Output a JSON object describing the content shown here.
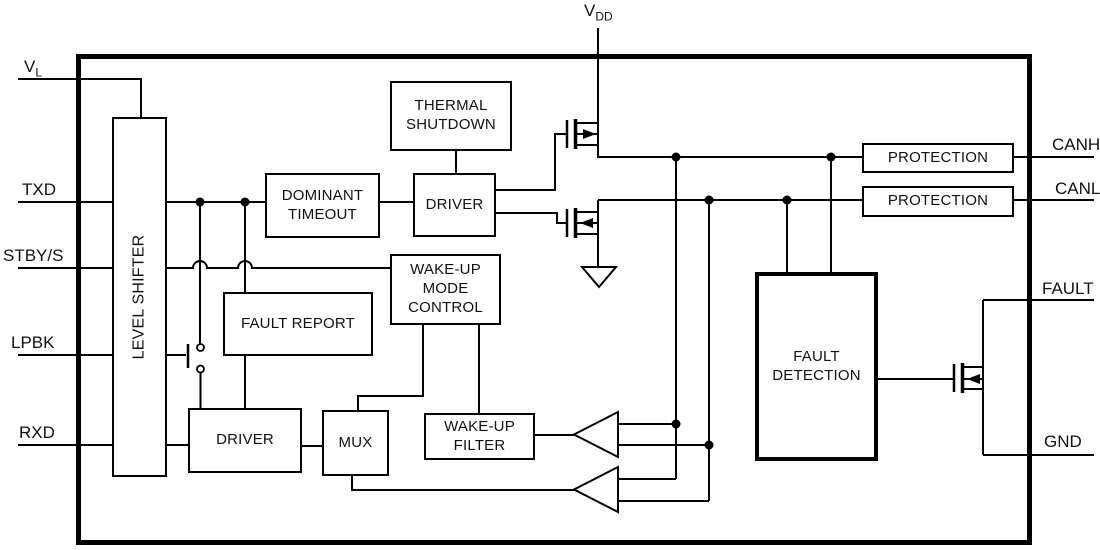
{
  "pins": {
    "vl": {
      "main": "V",
      "sub": "L"
    },
    "vdd": {
      "main": "V",
      "sub": "DD"
    },
    "txd": "TXD",
    "stby": "STBY/S",
    "lpbk": "LPBK",
    "rxd": "RXD",
    "canh": "CANH",
    "canl": "CANL",
    "fault": "FAULT",
    "gnd": "GND"
  },
  "blocks": {
    "level_shifter": "LEVEL SHIFTER",
    "thermal_shutdown": "THERMAL\nSHUTDOWN",
    "dominant_timeout": "DOMINANT\nTIMEOUT",
    "driver_top": "DRIVER",
    "fault_report": "FAULT REPORT",
    "wakeup_mode_control": "WAKE-UP\nMODE\nCONTROL",
    "driver_bottom": "DRIVER",
    "mux": "MUX",
    "wakeup_filter": "WAKE-UP\nFILTER",
    "fault_detection": "FAULT\nDETECTION",
    "protection_canh": "PROTECTION",
    "protection_canl": "PROTECTION"
  },
  "colors": {
    "line": "#000000",
    "text": "#111111",
    "background": "#ffffff"
  }
}
